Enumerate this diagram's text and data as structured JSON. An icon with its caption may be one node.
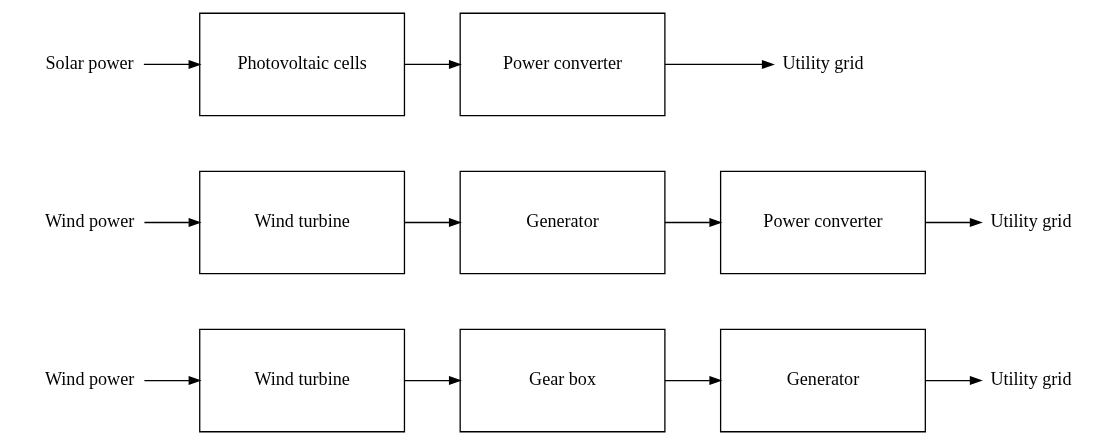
{
  "diagram": {
    "nodes": [
      {
        "text": [
          "Wind power"
        ]
      },
      {
        "text": [
          "Wind turbine"
        ]
      },
      {
        "text": [
          "Gear box"
        ]
      },
      {
        "text": [
          "Generator"
        ]
      },
      {
        "text": [
          "Utility grid"
        ]
      },
      {
        "text": [
          "Wind power"
        ]
      },
      {
        "text": [
          "Wind turbine"
        ]
      },
      {
        "text": [
          "Generator"
        ]
      },
      {
        "text": [
          "Power converter"
        ]
      },
      {
        "text": [
          "Utility grid"
        ]
      },
      {
        "text": [
          "Solar power"
        ]
      },
      {
        "text": [
          "Photovoltaic cells"
        ]
      },
      {
        "text": [
          "Power converter"
        ]
      },
      {
        "text": [
          "Utility grid"
        ]
      }
    ],
    "edges": [
      {
        "from": 0,
        "to": 1,
        "arrow": "to"
      },
      {
        "from": 1,
        "to": 2,
        "arrow": "to"
      },
      {
        "from": 2,
        "to": 3,
        "arrow": "to"
      },
      {
        "from": 3,
        "to": 4,
        "arrow": "to"
      },
      {
        "from": 5,
        "to": 6,
        "arrow": "to"
      },
      {
        "from": 6,
        "to": 7,
        "arrow": "to"
      },
      {
        "from": 7,
        "to": 8,
        "arrow": "to"
      },
      {
        "from": 8,
        "to": 9,
        "arrow": "to"
      },
      {
        "from": 10,
        "to": 11,
        "arrow": "to"
      },
      {
        "from": 11,
        "to": 12,
        "arrow": "to"
      },
      {
        "from": 12,
        "to": 13,
        "arrow": "to"
      }
    ]
  }
}
